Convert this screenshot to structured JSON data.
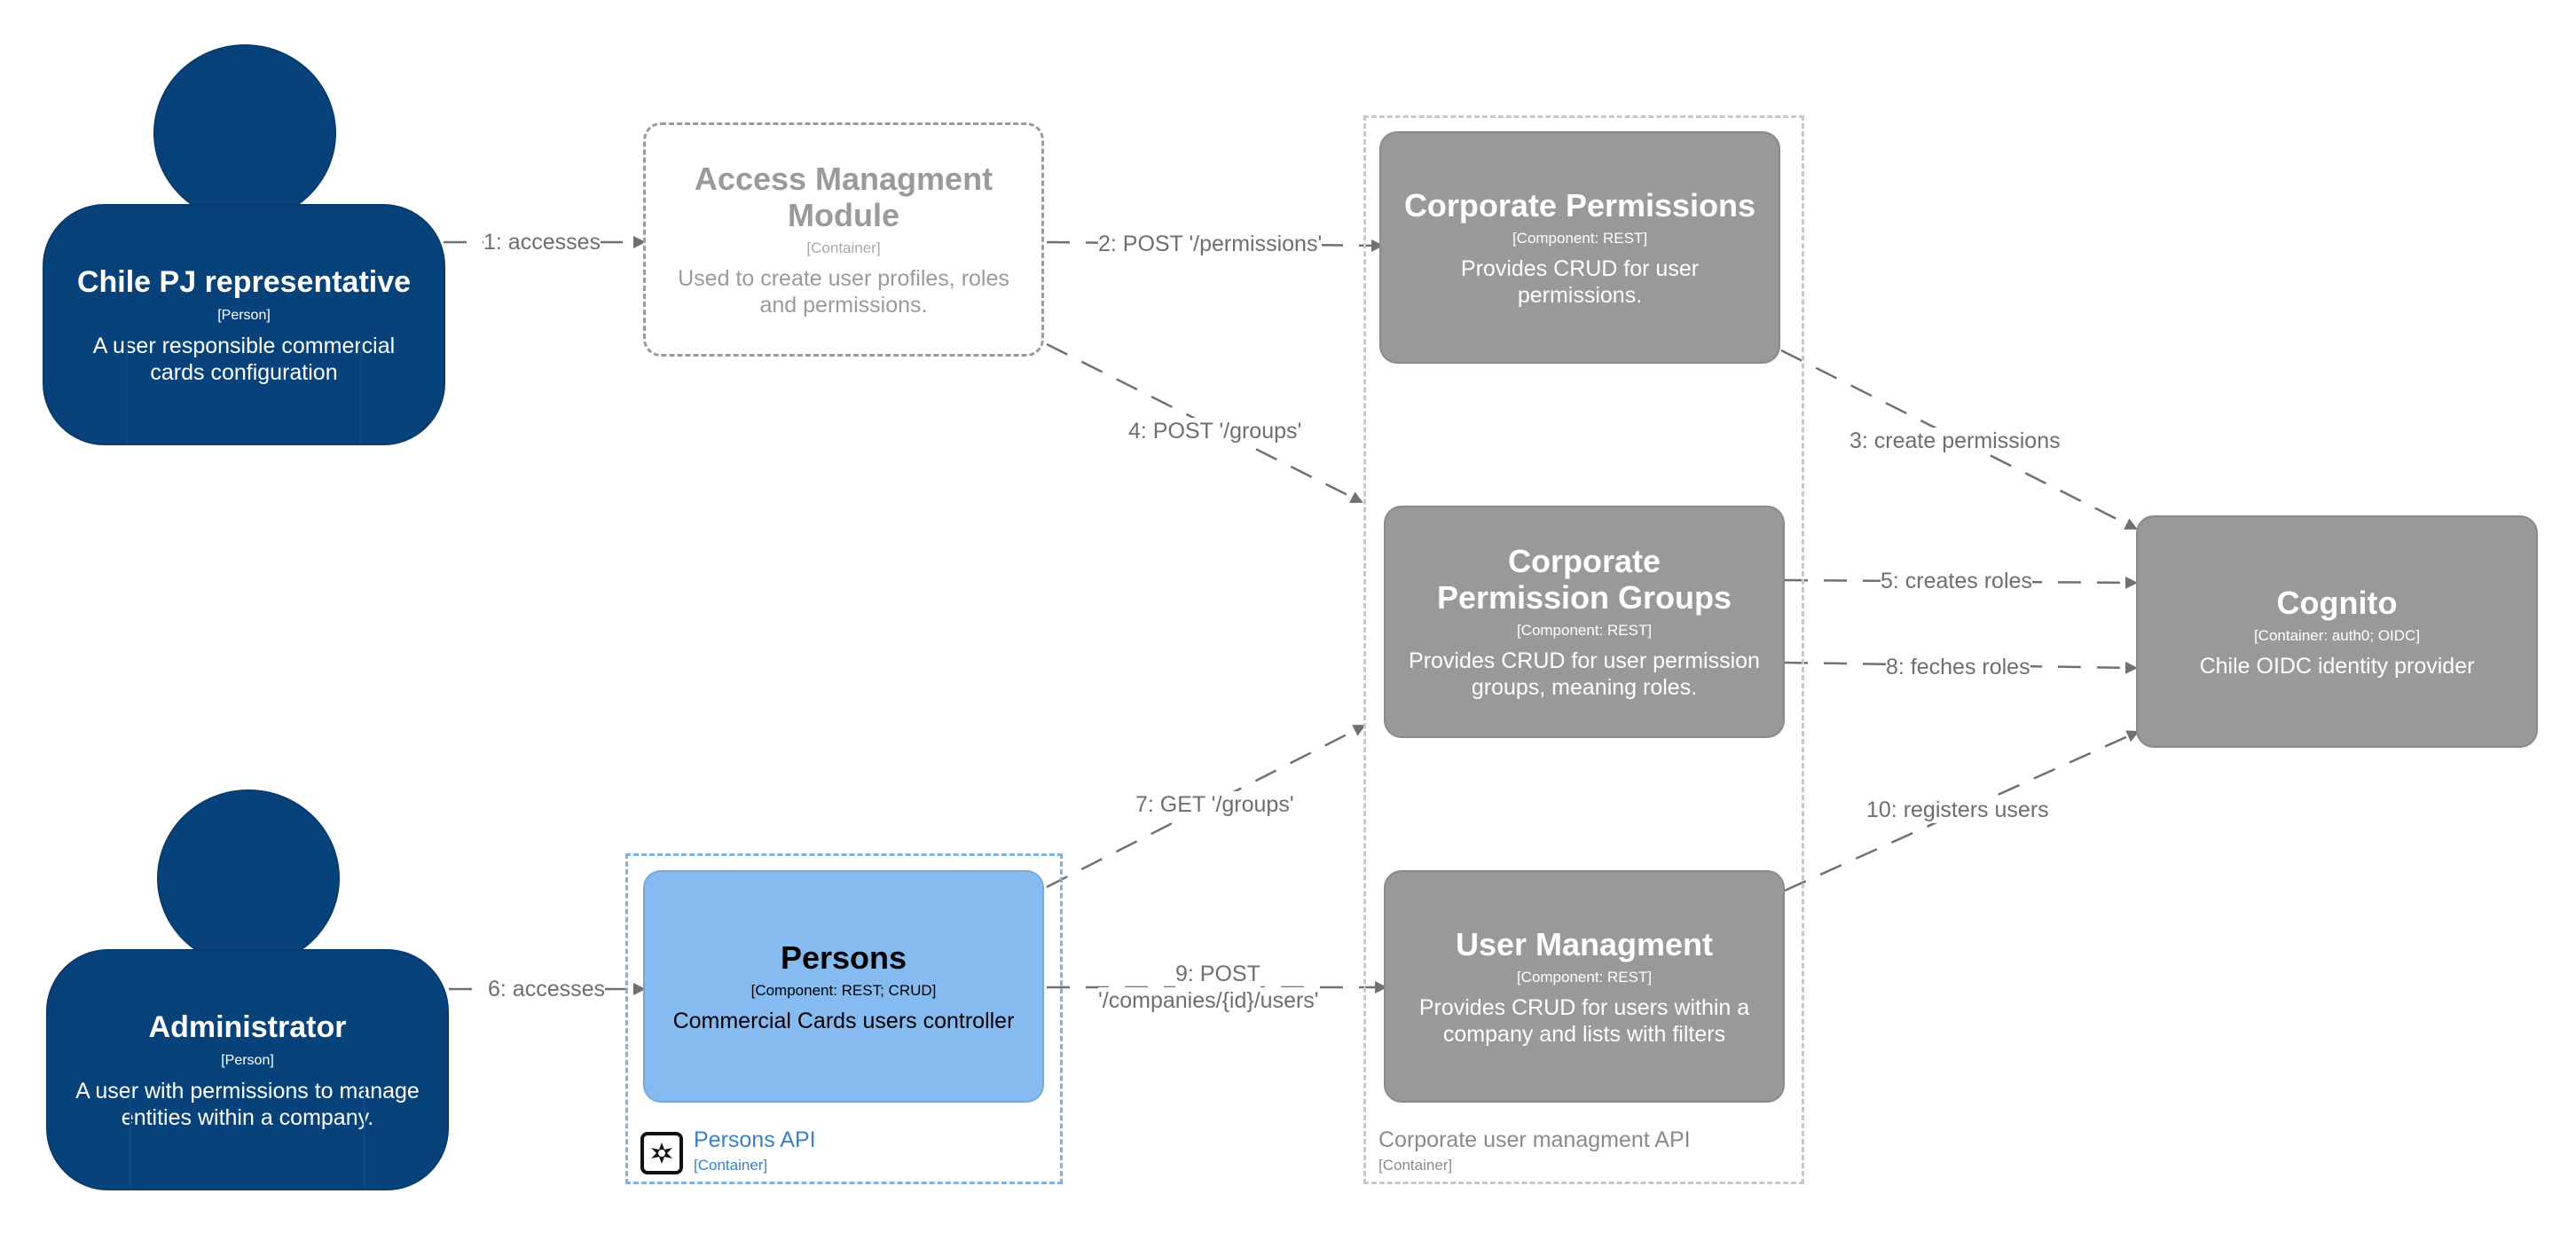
{
  "people": {
    "chile_rep": {
      "name": "Chile PJ representative",
      "type": "[Person]",
      "description": "A user responsible commercial cards configuration"
    },
    "admin": {
      "name": "Administrator",
      "type": "[Person]",
      "description": "A user with permissions to manage entities within a company."
    }
  },
  "containers": {
    "access_module": {
      "name": "Access Managment Module",
      "type": "[Container]",
      "description": "Used to create user profiles, roles and permissions."
    },
    "cognito": {
      "name": "Cognito",
      "type": "[Container: auth0; OIDC]",
      "description": "Chile OIDC identity provider"
    }
  },
  "components": {
    "corp_permissions": {
      "name": "Corporate Permissions",
      "type": "[Component: REST]",
      "description": "Provides CRUD for user permissions."
    },
    "corp_groups": {
      "name": "Corporate Permission Groups",
      "type": "[Component: REST]",
      "description": "Provides CRUD for user permission groups, meaning roles."
    },
    "user_mgmt": {
      "name": "User Managment",
      "type": "[Component: REST]",
      "description": "Provides CRUD for users within a company and lists with filters"
    },
    "persons": {
      "name": "Persons",
      "type": "[Component: REST; CRUD]",
      "description": "Commercial Cards users controller"
    }
  },
  "boundaries": {
    "corp_api": {
      "name": "Corporate user managment API",
      "type": "[Container]"
    },
    "persons_api": {
      "name": "Persons API",
      "type": "[Container]"
    }
  },
  "relationships": {
    "r1": "1: accesses",
    "r2": "2: POST '/permissions'",
    "r3": "3: create permissions",
    "r4": "4: POST '/groups'",
    "r5": "5: creates roles",
    "r6": "6: accesses",
    "r7": "7: GET '/groups'",
    "r8": "8: feches roles",
    "r9a": "9: POST",
    "r9b": "'/companies/{id}/users'",
    "r10": "10: registers users"
  },
  "colors": {
    "person": "#08427b",
    "component": "#999999",
    "persons_component": "#85bbf0",
    "edge": "#707070",
    "corp_boundary": "#c8c8c8",
    "persons_boundary": "#7fb3e3"
  },
  "icons": {
    "persons_api_logo": "aws-lambda-style-icon"
  }
}
